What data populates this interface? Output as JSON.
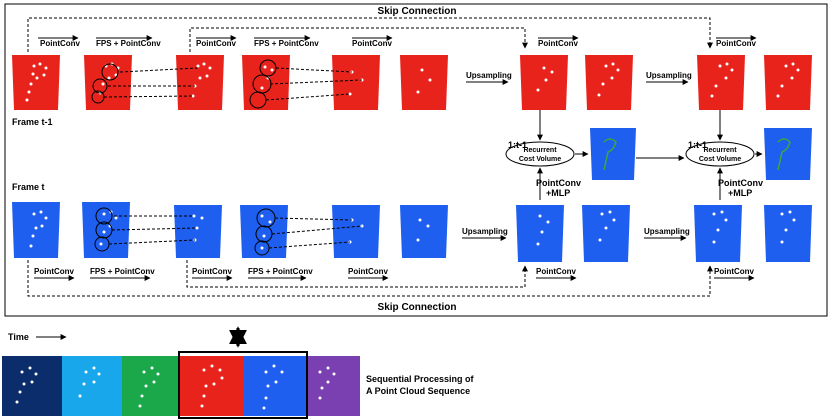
{
  "labels": {
    "skip_top": "Skip Connection",
    "skip_bottom": "Skip Connection",
    "frame_prev": "Frame t-1",
    "frame_cur": "Frame t",
    "time": "Time",
    "sequential": "Sequential Processing of",
    "sequential2": "A Point Cloud Sequence",
    "pointconv": "PointConv",
    "fps_pointconv": "FPS + PointConv",
    "upsampling": "Upsampling",
    "rcv_line1": "Recurrent",
    "rcv_line2": "Cost Volume",
    "range": "1:t-1",
    "pointconv_mlp1": "PointConv",
    "pointconv_mlp2": "+MLP"
  },
  "colors": {
    "red": "#e8231c",
    "blue": "#1e5ff0",
    "green_flow": "#3fa63a",
    "navy": "#0b2d6b",
    "sky": "#18a7ea",
    "green": "#1aa84b",
    "purple": "#7a3fb0"
  }
}
